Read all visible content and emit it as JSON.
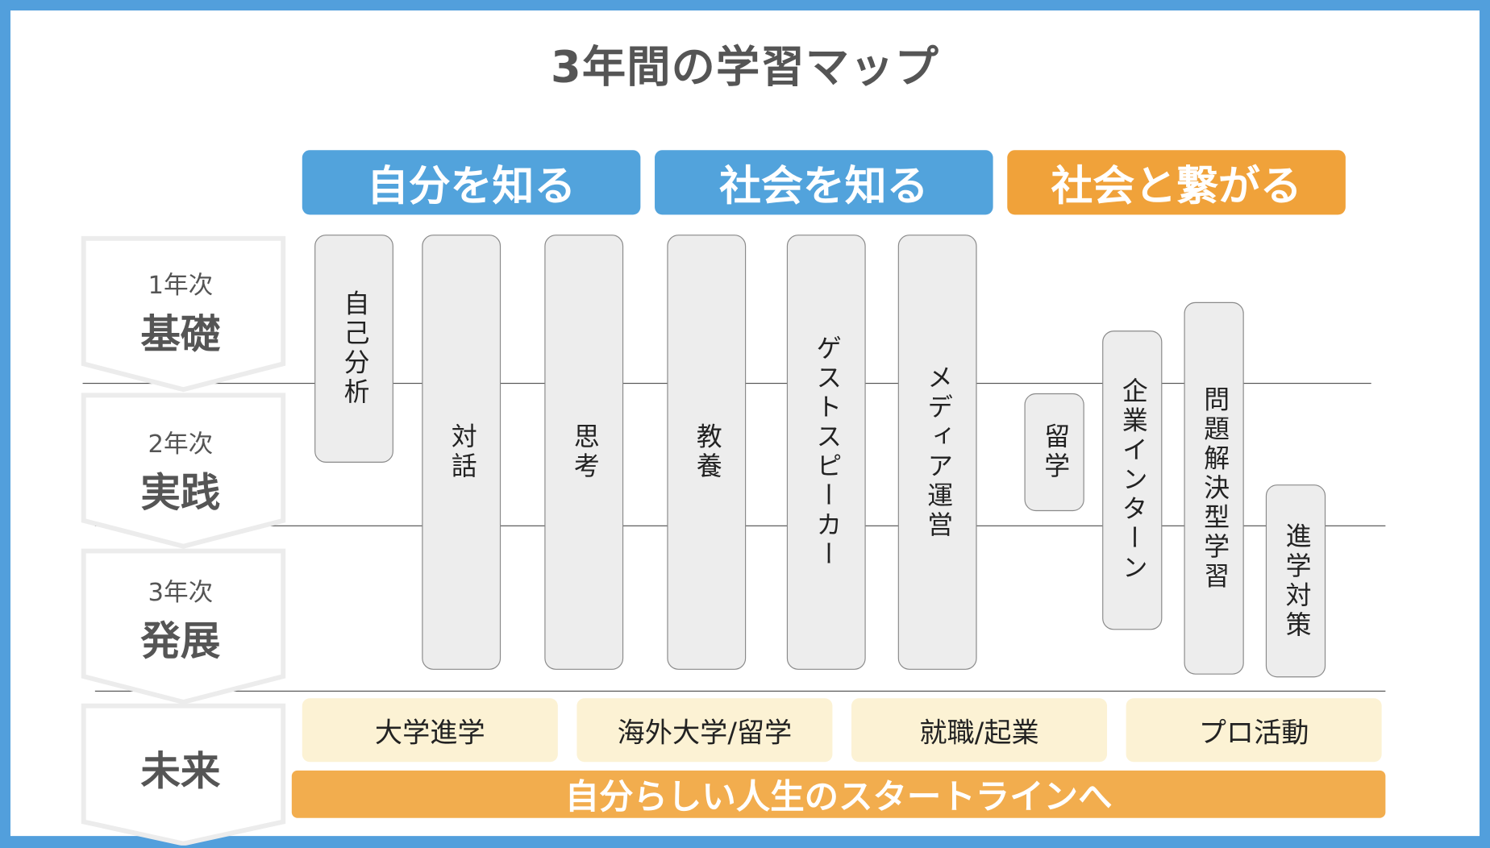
{
  "title": "3年間の学習マップ",
  "headers": [
    {
      "label": "自分を知る",
      "color": "#52a3dc"
    },
    {
      "label": "社会を知る",
      "color": "#52a3dc"
    },
    {
      "label": "社会と繋がる",
      "color": "#f0a23a"
    }
  ],
  "stages": [
    {
      "year": "1年次",
      "label": "基礎"
    },
    {
      "year": "2年次",
      "label": "実践"
    },
    {
      "year": "3年次",
      "label": "発展"
    },
    {
      "label": "未来"
    }
  ],
  "activities": [
    "自己分析",
    "対話",
    "思考",
    "教養",
    "ゲストスピーカー",
    "メディア運営",
    "留学",
    "企業インターン",
    "問題解決型学習",
    "進学対策"
  ],
  "futures": [
    "大学進学",
    "海外大学/留学",
    "就職/起業",
    "プロ活動"
  ],
  "tagline": "自分らしい人生のスタートラインへ"
}
